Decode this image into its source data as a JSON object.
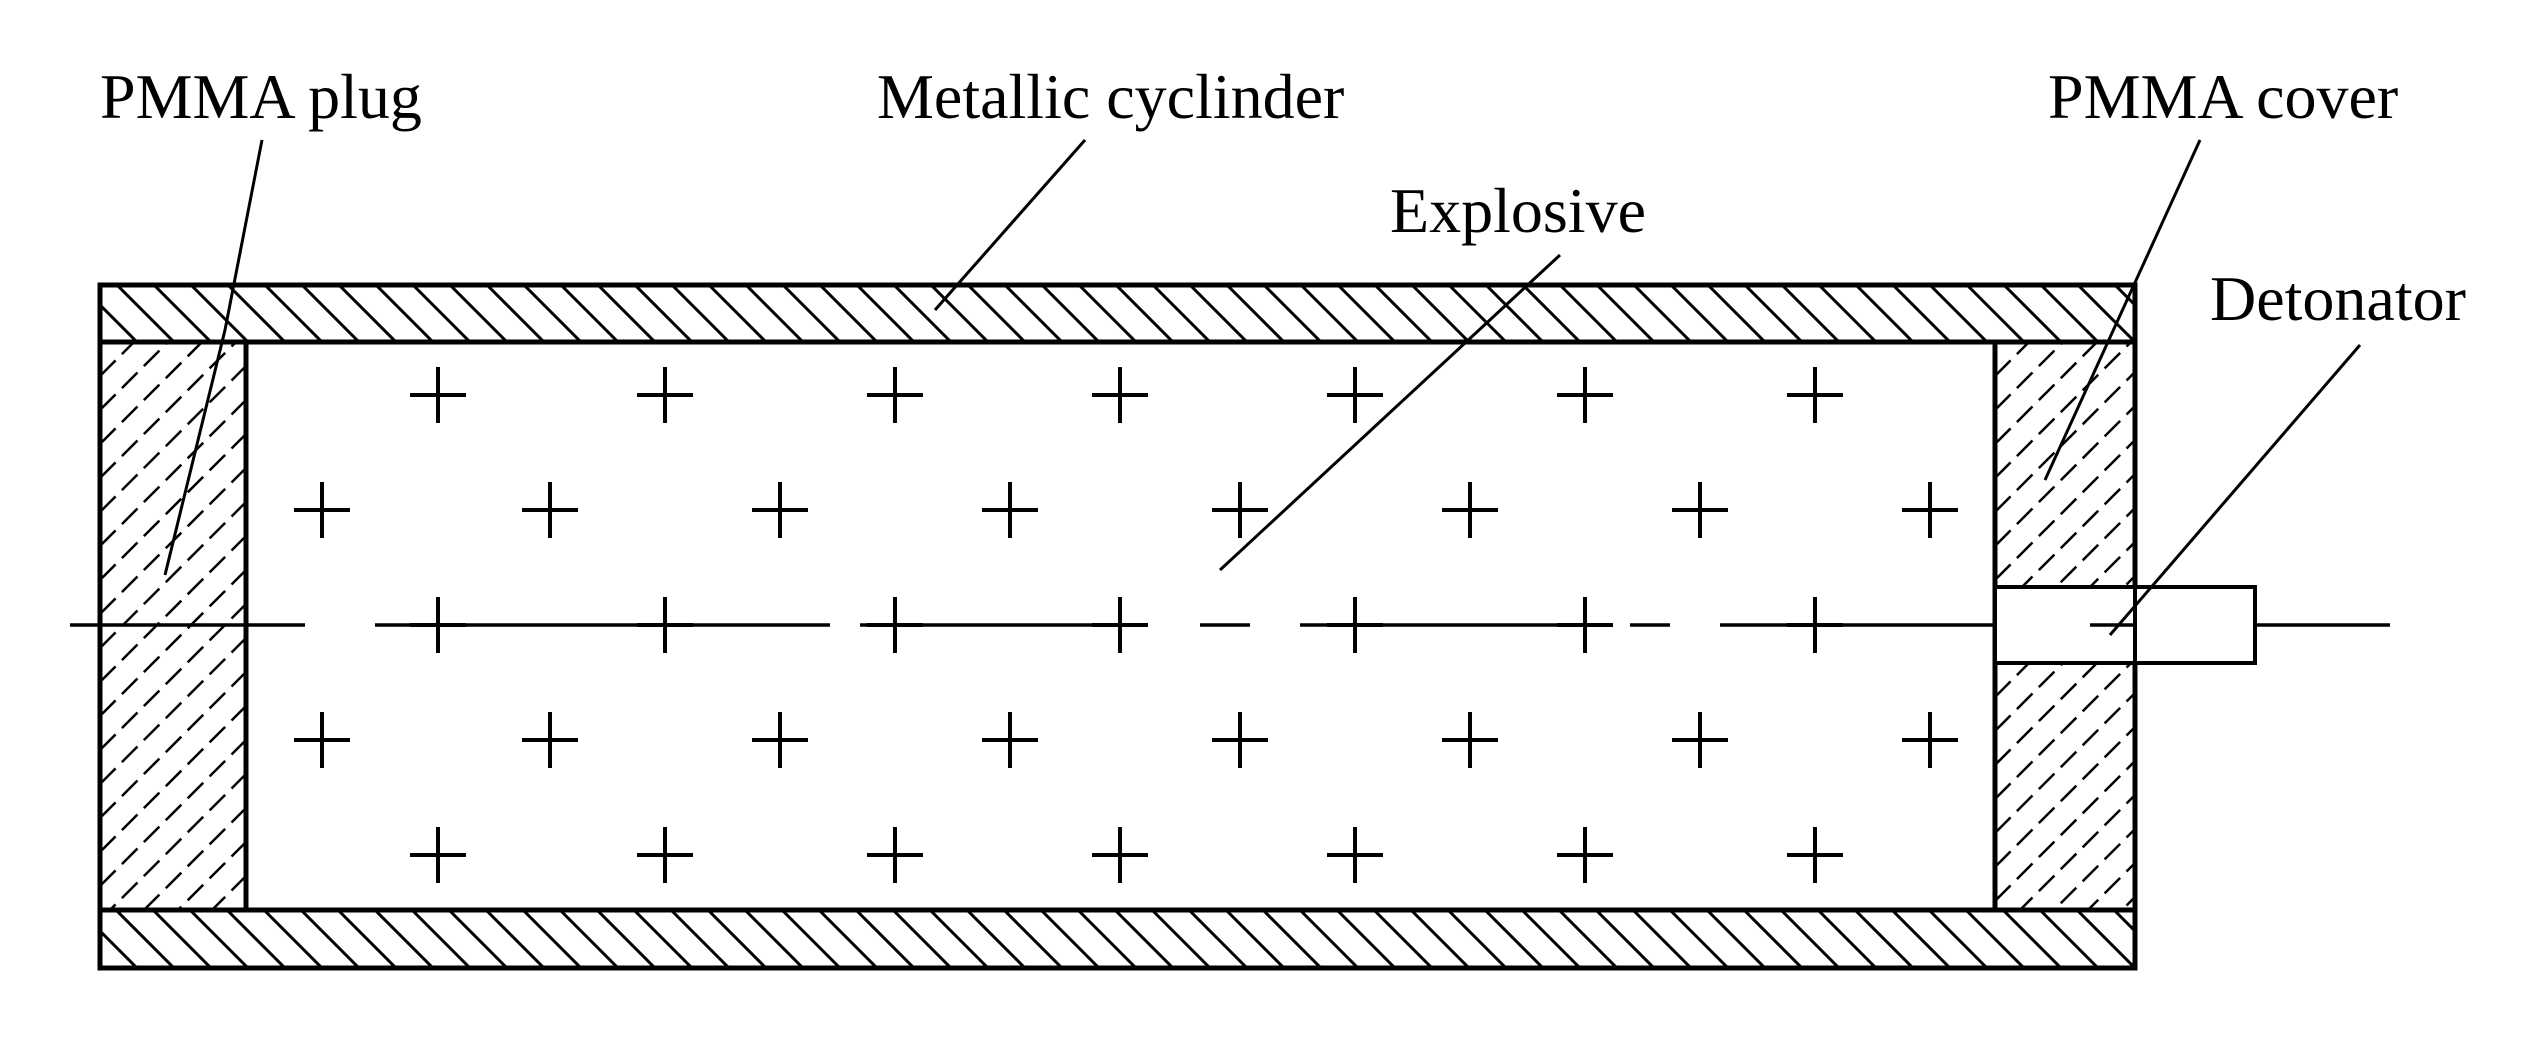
{
  "labels": {
    "pmma_plug": "PMMA plug",
    "metallic_cylinder": "Metallic cyclinder",
    "explosive": "Explosive",
    "pmma_cover": "PMMA cover",
    "detonator": "Detonator"
  },
  "colors": {
    "line": "#000000",
    "background": "#ffffff"
  }
}
